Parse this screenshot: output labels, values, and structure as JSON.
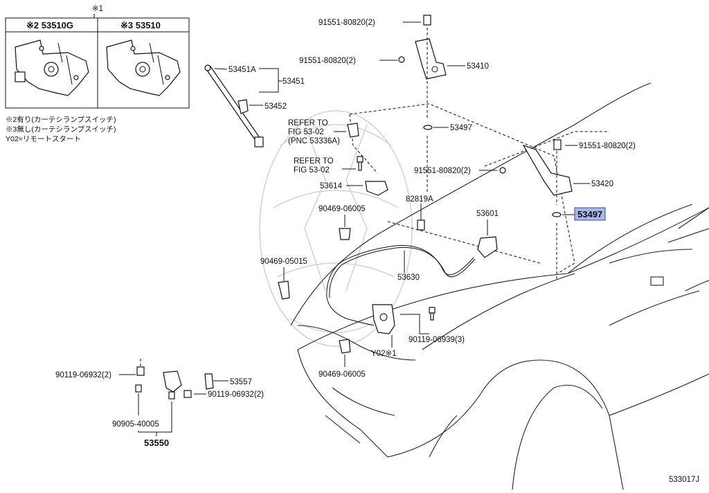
{
  "diagram": {
    "inset": {
      "header_note": "※1",
      "left_label": "※2 53510G",
      "right_label": "※3 53510"
    },
    "notes": [
      "※2有り(カーテシランプスイッチ)",
      "※3無し(カーテシランプスイッチ)",
      "Y02=リモートスタート"
    ],
    "figure_id": "533017J",
    "labels": {
      "p53451A": "53451A",
      "p53451": "53451",
      "p53452": "53452",
      "b91551_top1": "91551-80820(2)",
      "b91551_top2": "91551-80820(2)",
      "p53410": "53410",
      "refer1_line1": "REFER TO",
      "refer1_line2": "FIG 53-02",
      "refer1_line3": "(PNC 53336A)",
      "refer2_line1": "REFER TO",
      "refer2_line2": "FIG 53-02",
      "p53497_top": "53497",
      "b91551_right1": "91551-80820(2)",
      "b91551_right2": "91551-80820(2)",
      "p53420": "53420",
      "p53497_hl": "53497",
      "p53614": "53614",
      "p82819A": "82819A",
      "c90469_a": "90469-06005",
      "p53601": "53601",
      "c90469_b": "90469-05015",
      "p53630": "53630",
      "b90119_c": "90119-06939(3)",
      "y02_note": "Y02※1",
      "c90469_c": "90469-06005",
      "b90119_a": "90119-06932(2)",
      "p53557": "53557",
      "b90119_b": "90119-06932(2)",
      "c90905": "90905-40005",
      "p53550": "53550"
    }
  }
}
